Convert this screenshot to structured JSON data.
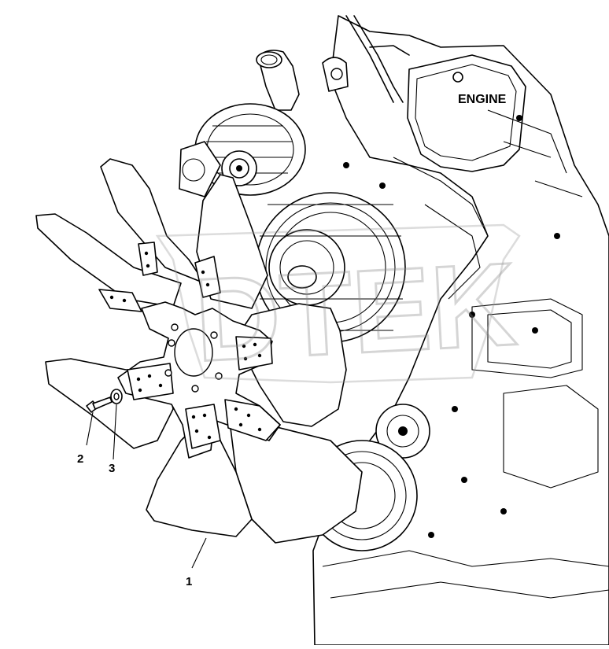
{
  "labels": {
    "engine": "ENGINE",
    "callout_fan": "1",
    "callout_bolt": "2",
    "callout_washer": "3"
  },
  "watermark": {
    "text": "DTEK"
  },
  "colors": {
    "line": "#000000",
    "paper": "#ffffff",
    "watermark": "#9a9a9a"
  }
}
